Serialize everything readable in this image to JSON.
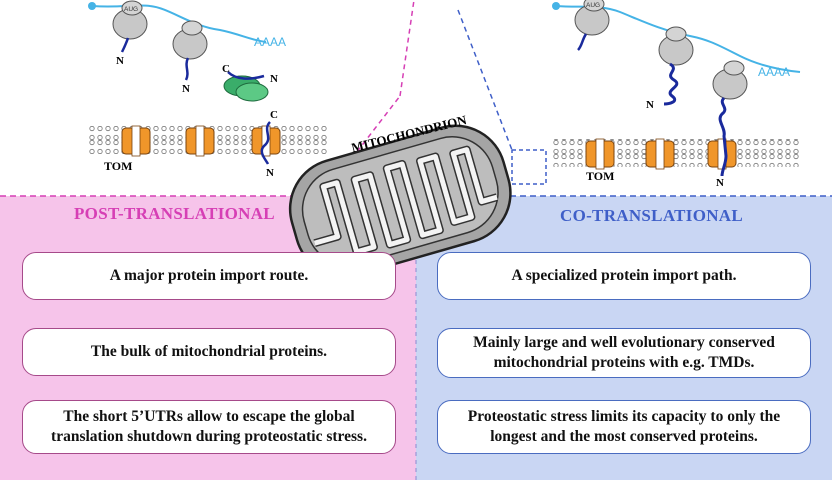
{
  "post": {
    "heading": "POST-TRANSLATIONAL",
    "items": [
      "A major protein import route.",
      "The bulk of mitochondrial proteins.",
      "The short 5’UTRs allow to escape the global translation shutdown during proteostatic stress."
    ]
  },
  "co": {
    "heading": "CO-TRANSLATIONAL",
    "items": [
      "A specialized protein import path.",
      "Mainly large and well evolutionary conserved mitochondrial proteins with e.g. TMDs.",
      "Proteostatic stress limits its capacity to only the longest and the most conserved proteins."
    ]
  },
  "labels": {
    "mitochondrion": "MITOCHONDRION",
    "tom": "TOM",
    "poly_a": "AAAA",
    "aug": "AUG",
    "n_terminus": "N",
    "c_terminus": "C"
  },
  "colors": {
    "post_panel": "#f6c4ea",
    "co_panel": "#c9d6f3",
    "post_accent": "#d63fb5",
    "co_accent": "#3f5fc8",
    "tom_orange": "#f0962a",
    "mrna_blue": "#45b3e6",
    "chain_navy": "#1a2a9c",
    "chaperone_green": "#3aad6a"
  }
}
